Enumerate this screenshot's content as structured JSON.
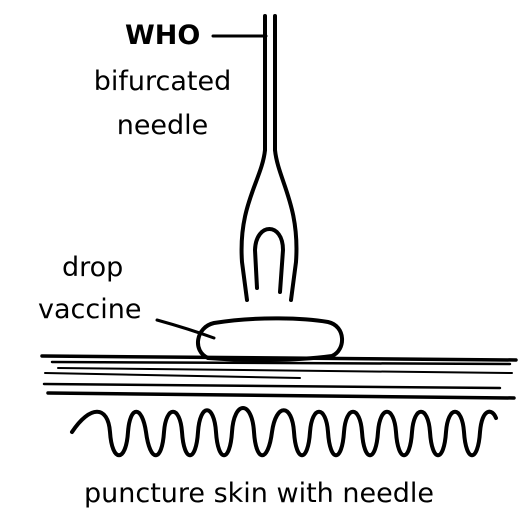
{
  "labels": {
    "needle_line1": "WHO",
    "needle_line2": "bifurcated",
    "needle_line3": "needle",
    "drop_line1": "drop",
    "drop_line2": "vaccine",
    "caption": "puncture skin with needle"
  },
  "colors": {
    "ink": "#000000",
    "background": "#ffffff"
  }
}
